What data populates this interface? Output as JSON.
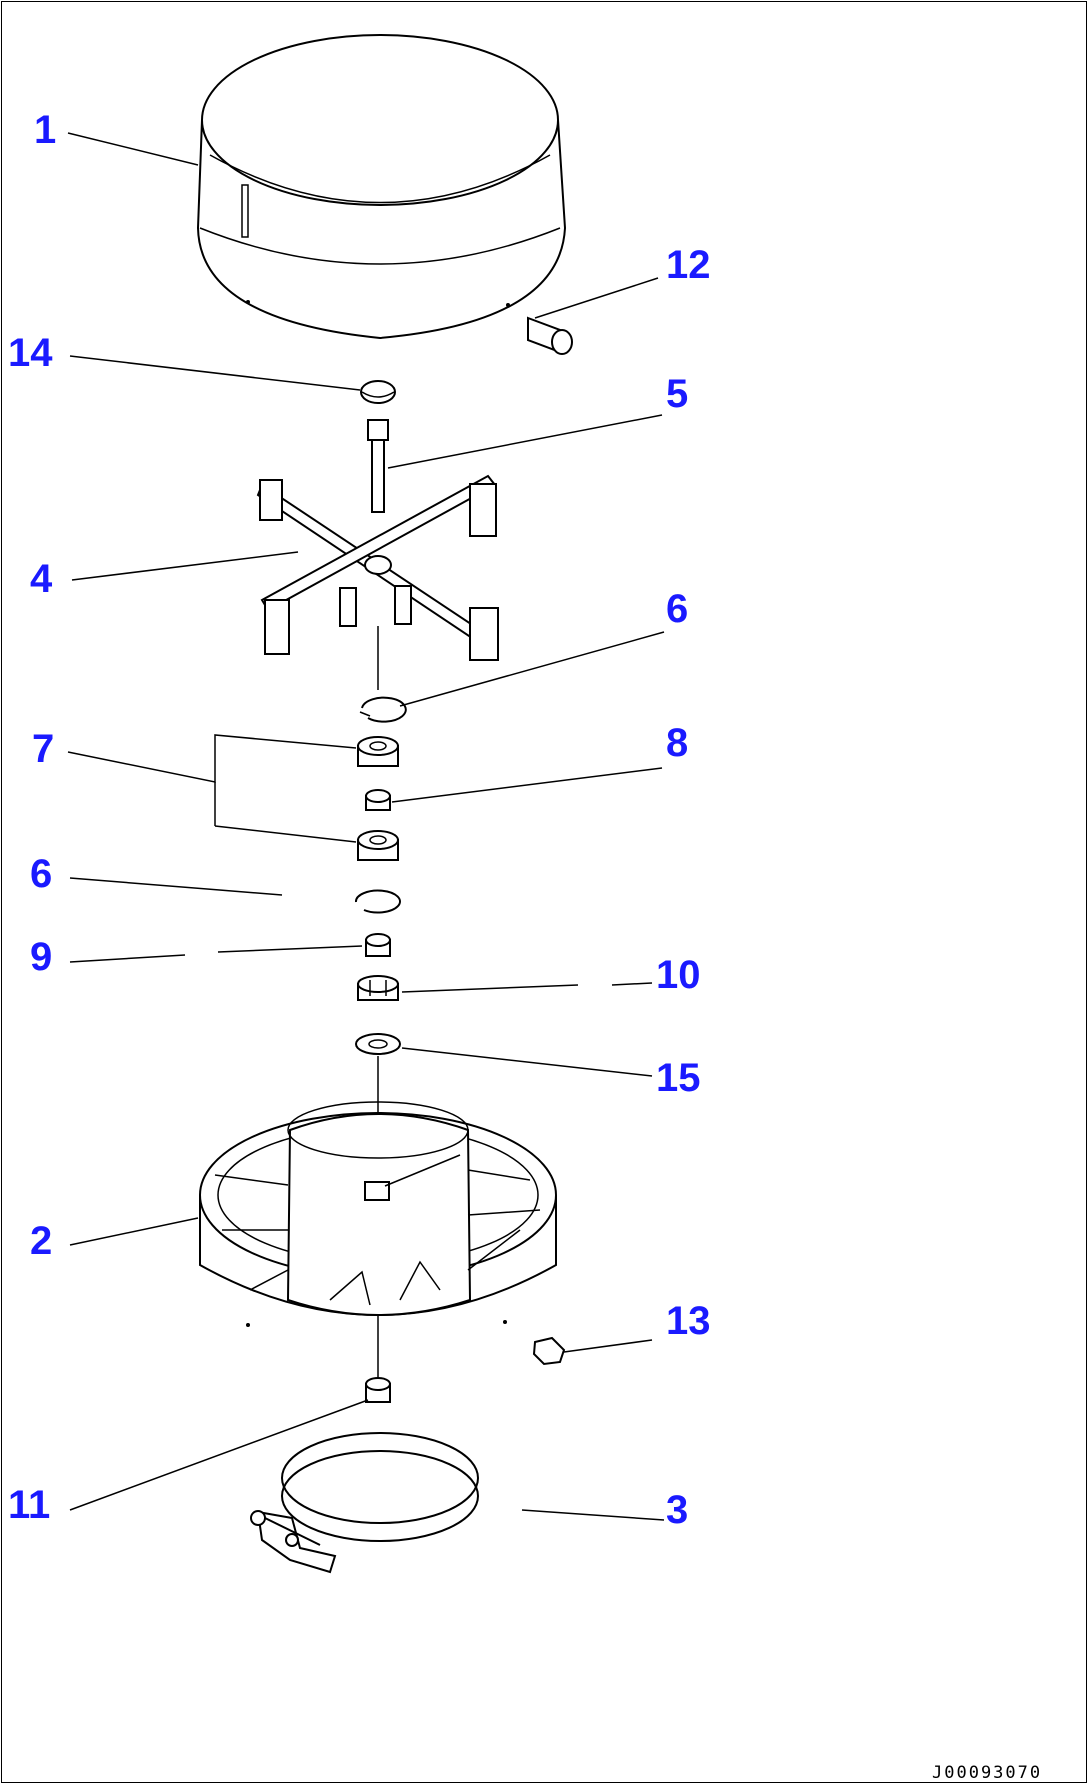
{
  "diagram": {
    "drawing_code": "J00093070",
    "callouts": [
      {
        "id": "c1",
        "label": "1"
      },
      {
        "id": "c2",
        "label": "2"
      },
      {
        "id": "c3",
        "label": "3"
      },
      {
        "id": "c4",
        "label": "4"
      },
      {
        "id": "c5",
        "label": "5"
      },
      {
        "id": "c6a",
        "label": "6"
      },
      {
        "id": "c6b",
        "label": "6"
      },
      {
        "id": "c7",
        "label": "7"
      },
      {
        "id": "c8",
        "label": "8"
      },
      {
        "id": "c9",
        "label": "9"
      },
      {
        "id": "c10",
        "label": "10"
      },
      {
        "id": "c11",
        "label": "11"
      },
      {
        "id": "c12",
        "label": "12"
      },
      {
        "id": "c13",
        "label": "13"
      },
      {
        "id": "c14",
        "label": "14"
      },
      {
        "id": "c15",
        "label": "15"
      }
    ],
    "colors": {
      "callout": "#1a1aff",
      "line": "#000000",
      "background": "#ffffff"
    }
  }
}
